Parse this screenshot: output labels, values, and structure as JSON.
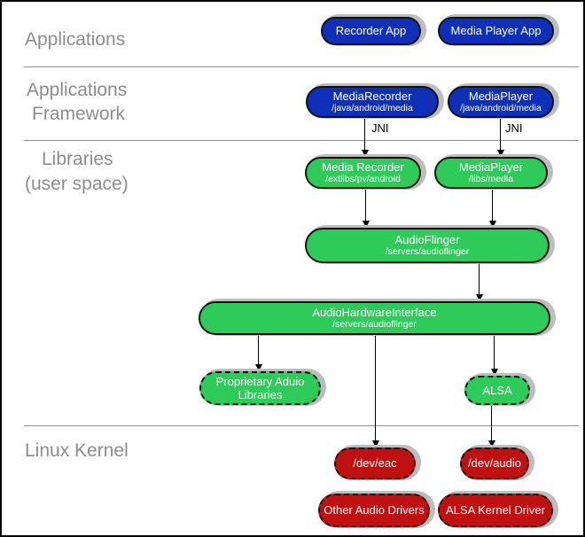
{
  "colors": {
    "blue": "#0e2fb8",
    "green": "#2ecb5b",
    "red": "#bf1111",
    "shadow": "#bdbdbd",
    "layer_label": "#8c8c8c"
  },
  "layers": {
    "applications": "Applications",
    "framework_line1": "Applications",
    "framework_line2": "Framework",
    "libraries_line1": "Libraries",
    "libraries_line2": "(user space)",
    "kernel": "Linux Kernel"
  },
  "nodes": {
    "recorder_app": {
      "title": "Recorder App"
    },
    "media_player_app": {
      "title": "Media Player App"
    },
    "media_recorder_fw": {
      "title": "MediaRecorder",
      "path": "/java/android/media"
    },
    "media_player_fw": {
      "title": "MediaPlayer",
      "path": "/java/android/media"
    },
    "media_recorder_lib": {
      "title": "Media Recorder",
      "path": "/extlibs/pv/android"
    },
    "media_player_lib": {
      "title": "MediaPlayer",
      "path": "/libs/media"
    },
    "audioflinger": {
      "title": "AudioFlinger",
      "path": "/servers/audioflinger"
    },
    "audio_hardware_interface": {
      "title": "AudioHardwareInterface",
      "path": "/servers/audioflinger"
    },
    "proprietary_audio_libs": {
      "line1": "Proprietary Aduio",
      "line2": "Libraries"
    },
    "alsa": {
      "title": "ALSA"
    },
    "dev_eac": {
      "title": "/dev/eac"
    },
    "dev_audio": {
      "title": "/dev/audio"
    },
    "other_audio_drivers": {
      "title": "Other Audio Drivers"
    },
    "alsa_kernel_driver": {
      "title": "ALSA Kernel Driver"
    }
  },
  "edge_labels": {
    "jni_left": "JNI",
    "jni_right": "JNI"
  }
}
